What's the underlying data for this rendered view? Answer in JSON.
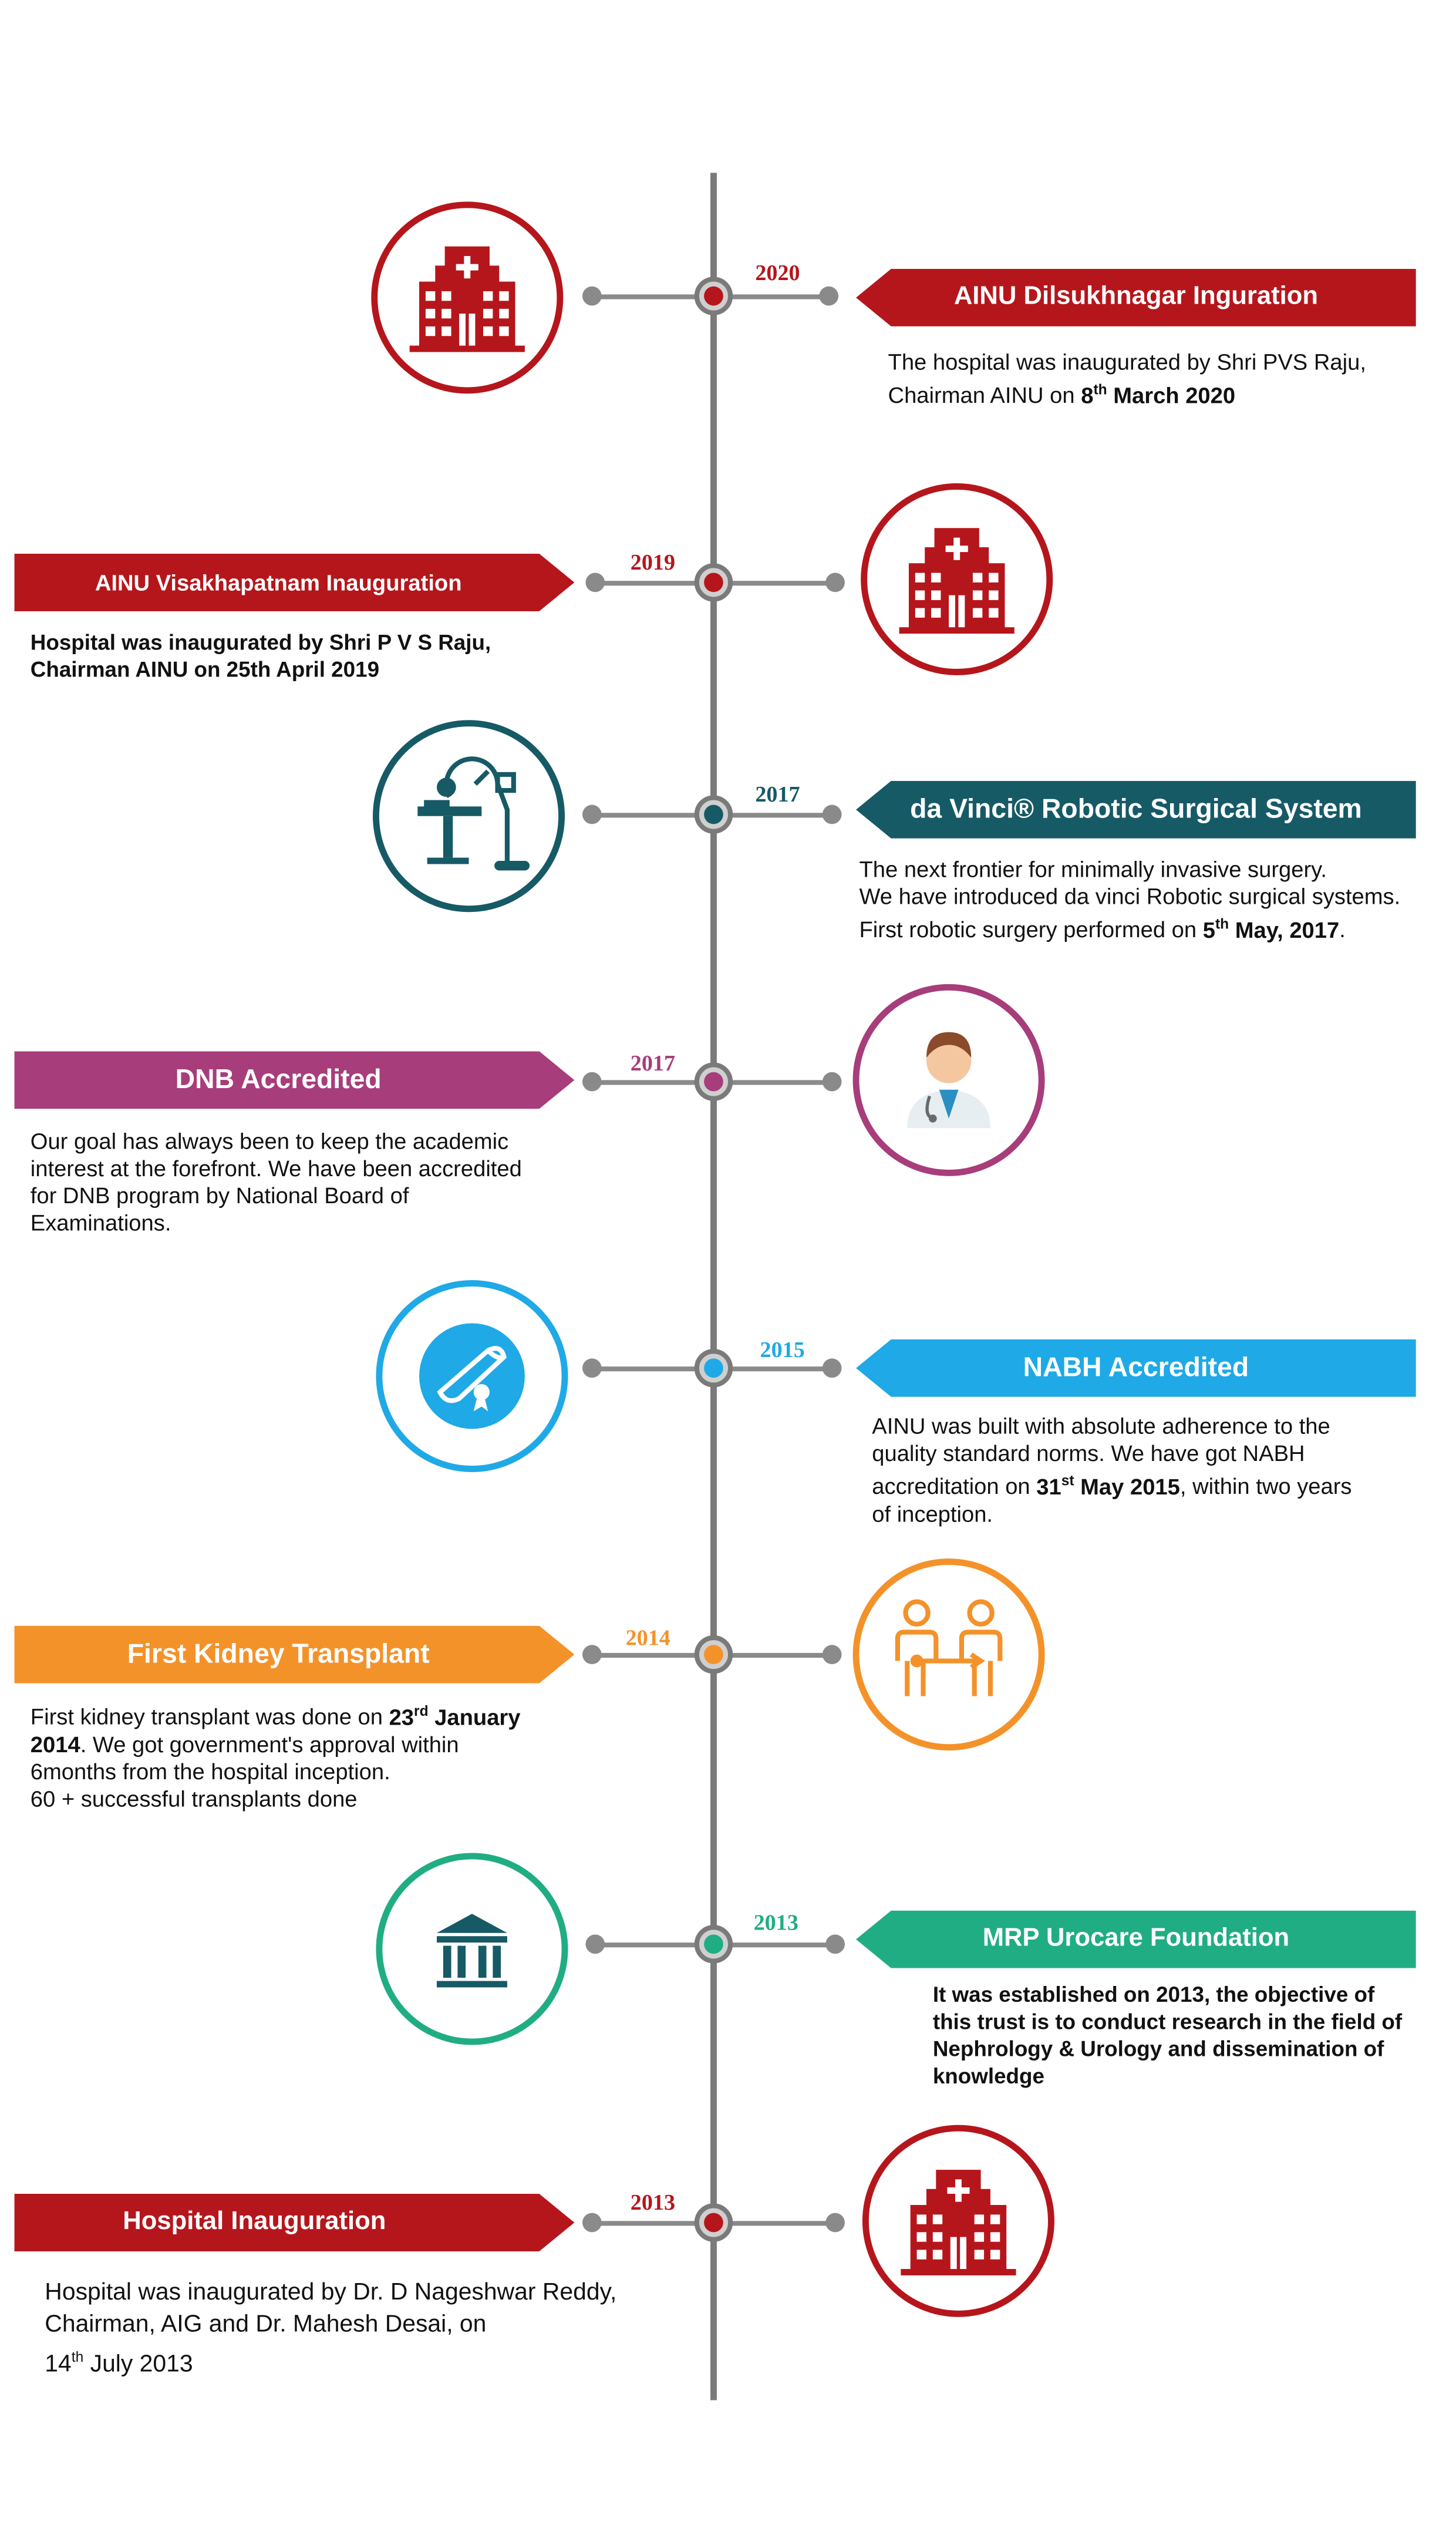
{
  "colors": {
    "red": "#b5161c",
    "teal": "#165a66",
    "magenta": "#a73d7b",
    "sky": "#1fa9e6",
    "orange": "#f4922a",
    "green": "#20ad84",
    "axis": "#7a7a7a"
  },
  "events": [
    {
      "year": "2020",
      "title": "AINU Dilsukhnagar Inguration",
      "icon": "hospital-icon",
      "desc": [
        "The hospital was inaugurated by Shri PVS Raju,",
        "Chairman AINU on "
      ],
      "desc_date": {
        "day": "8",
        "sup": "th",
        "rest": " March 2020"
      }
    },
    {
      "year": "2019",
      "title": "AINU Visakhapatnam Inauguration",
      "icon": "hospital-icon",
      "desc": [
        "Hospital was inaugurated by Shri P V S Raju,",
        "Chairman AINU on 25th April 2019"
      ]
    },
    {
      "year": "2017",
      "title": "da Vinci® Robotic Surgical System",
      "icon": "robotic-surgery-icon",
      "desc": [
        "The next frontier for minimally invasive surgery.",
        "We have introduced da vinci Robotic surgical systems.",
        "First robotic surgery performed on "
      ],
      "desc_date": {
        "day": "5",
        "sup": "th",
        "rest": " May, 2017"
      }
    },
    {
      "year": "2017",
      "title": "DNB Accredited",
      "icon": "doctor-icon",
      "desc": [
        "Our goal has always been to keep the academic",
        "interest at the forefront. We have been accredited",
        "for DNB program by National Board of",
        "Examinations."
      ]
    },
    {
      "year": "2015",
      "title": "NABH Accredited",
      "icon": "certificate-icon",
      "desc": [
        "AINU was built with absolute adherence to the",
        "quality standard norms. We have got NABH",
        "accreditation on ",
        "of inception."
      ],
      "desc_date": {
        "day": "31",
        "sup": "st",
        "rest": " May 2015",
        "after": ", within two years"
      }
    },
    {
      "year": "2014",
      "title": "First Kidney Transplant",
      "icon": "transplant-icon",
      "desc": [
        "First kidney transplant was done on ",
        ". We got government's approval within",
        "6months from the hospital inception.",
        "60 + successful transplants done"
      ],
      "desc_date": {
        "day": "23",
        "sup": "rd",
        "rest": " January",
        "year": "2014"
      }
    },
    {
      "year": "2013",
      "title": "MRP Urocare Foundation",
      "icon": "institution-icon",
      "desc": [
        "It was established on 2013, the objective of",
        "this trust is to conduct research in the field of",
        "Nephrology & Urology and dissemination of",
        "knowledge"
      ]
    },
    {
      "year": "2013",
      "title": "Hospital Inauguration",
      "icon": "hospital-icon",
      "desc": [
        "Hospital was inaugurated by Dr. D Nageshwar Reddy,",
        "Chairman, AIG and Dr. Mahesh Desai, on",
        " July 2013"
      ],
      "desc_date": {
        "day": "14",
        "sup": "th"
      }
    }
  ]
}
